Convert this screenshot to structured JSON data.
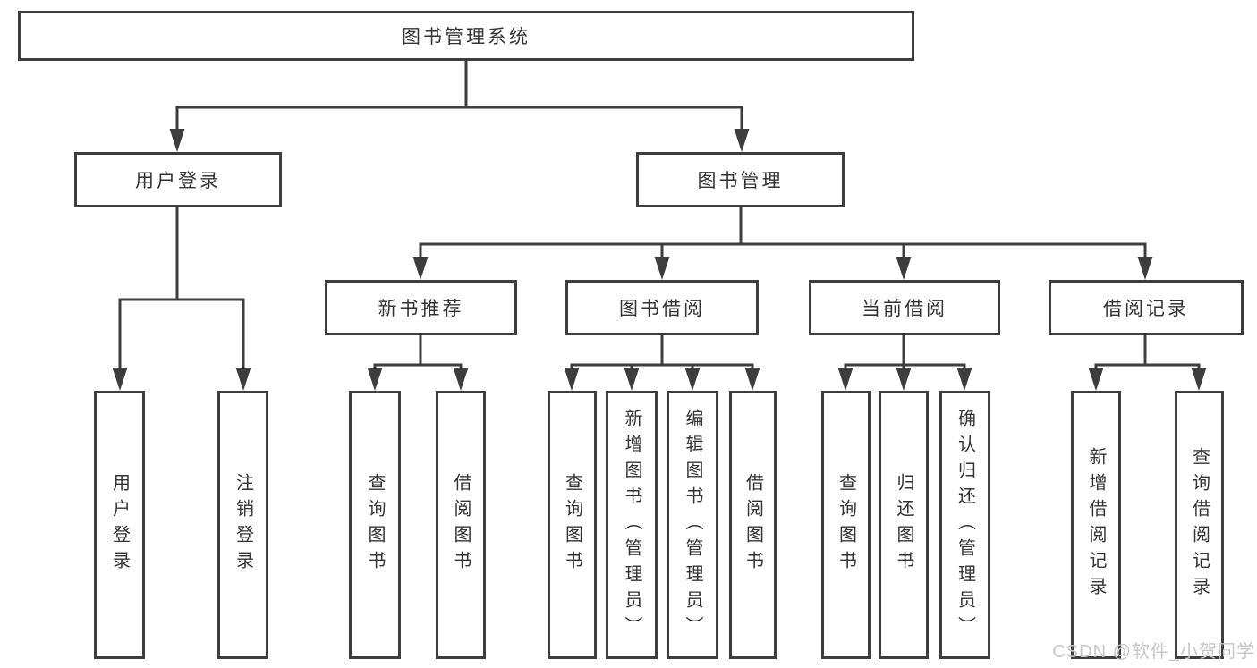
{
  "diagram_title": "图书管理系统",
  "nodes": {
    "root": "图书管理系统",
    "user_login": "用户登录",
    "book_management": "图书管理",
    "new_book_recommend": "新书推荐",
    "book_borrow": "图书借阅",
    "current_borrow": "当前借阅",
    "borrow_record": "借阅记录",
    "leaf_user_login": "用户登录",
    "leaf_logout_login": "注销登录",
    "leaf_query_book_a": "查询图书",
    "leaf_borrow_book_a": "借阅图书",
    "leaf_query_book_b": "查询图书",
    "leaf_add_book_admin": "新增图书（管理员）",
    "leaf_edit_book_admin": "编辑图书（管理员）",
    "leaf_borrow_book_b": "借阅图书",
    "leaf_query_book_c": "查询图书",
    "leaf_return_book": "归还图书",
    "leaf_confirm_return_admin": "确认归还（管理员）",
    "leaf_add_borrow_record": "新增借阅记录",
    "leaf_query_borrow_record": "查询借阅记录"
  },
  "watermark": "CSDN @软件_小贺同学",
  "colors": {
    "line": "#3d3d3d",
    "text": "#333333",
    "watermark": "#c6c6c6",
    "background": "#ffffff"
  }
}
